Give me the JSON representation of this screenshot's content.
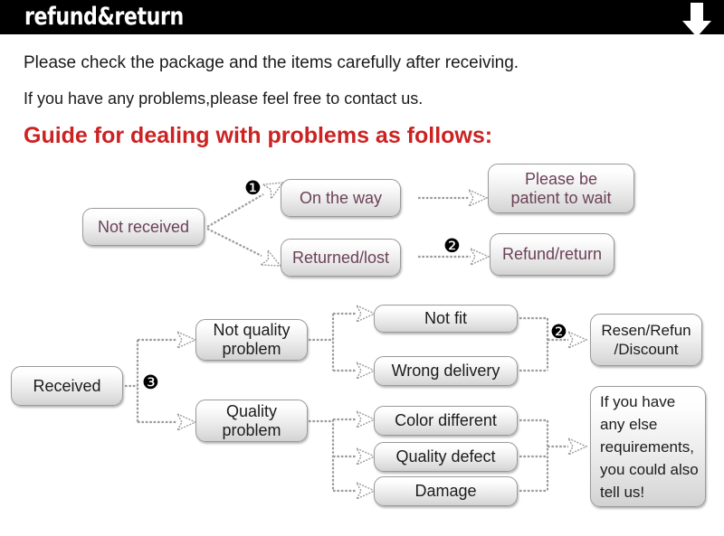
{
  "header": {
    "title": "refund&return",
    "arrow_icon": "arrow-down-icon",
    "background": "#000000",
    "text_color": "#ffffff"
  },
  "intro": {
    "line1": "Please check the package and the items carefully after receiving.",
    "line2": "If you have any problems,please feel free to contact us.",
    "guide_heading": "Guide for dealing with problems as follows:",
    "guide_color": "#cc2222"
  },
  "flowchart": {
    "top_section": {
      "start": "Not received",
      "branches": [
        {
          "marker": "❶",
          "condition": "On the way",
          "outcome": "Please be\npatient to wait"
        },
        {
          "marker": "❷",
          "condition": "Returned/lost",
          "outcome": "Refund/return"
        }
      ]
    },
    "bottom_section": {
      "start": "Received",
      "marker": "❸",
      "categories": [
        {
          "name": "Not quality\nproblem",
          "reasons": [
            "Not fit",
            "Wrong delivery"
          ],
          "marker": "❷",
          "outcome": "Resen/Refun\n/Discount"
        },
        {
          "name": "Quality\nproblem",
          "reasons": [
            "Color different",
            "Quality defect",
            "Damage"
          ],
          "outcome": "If you have\nany else\nrequirements,\nyou could also\ntell us!"
        }
      ]
    },
    "node_text_color_top": "#6b4257",
    "node_text_color_bottom": "#1c1c1c"
  }
}
